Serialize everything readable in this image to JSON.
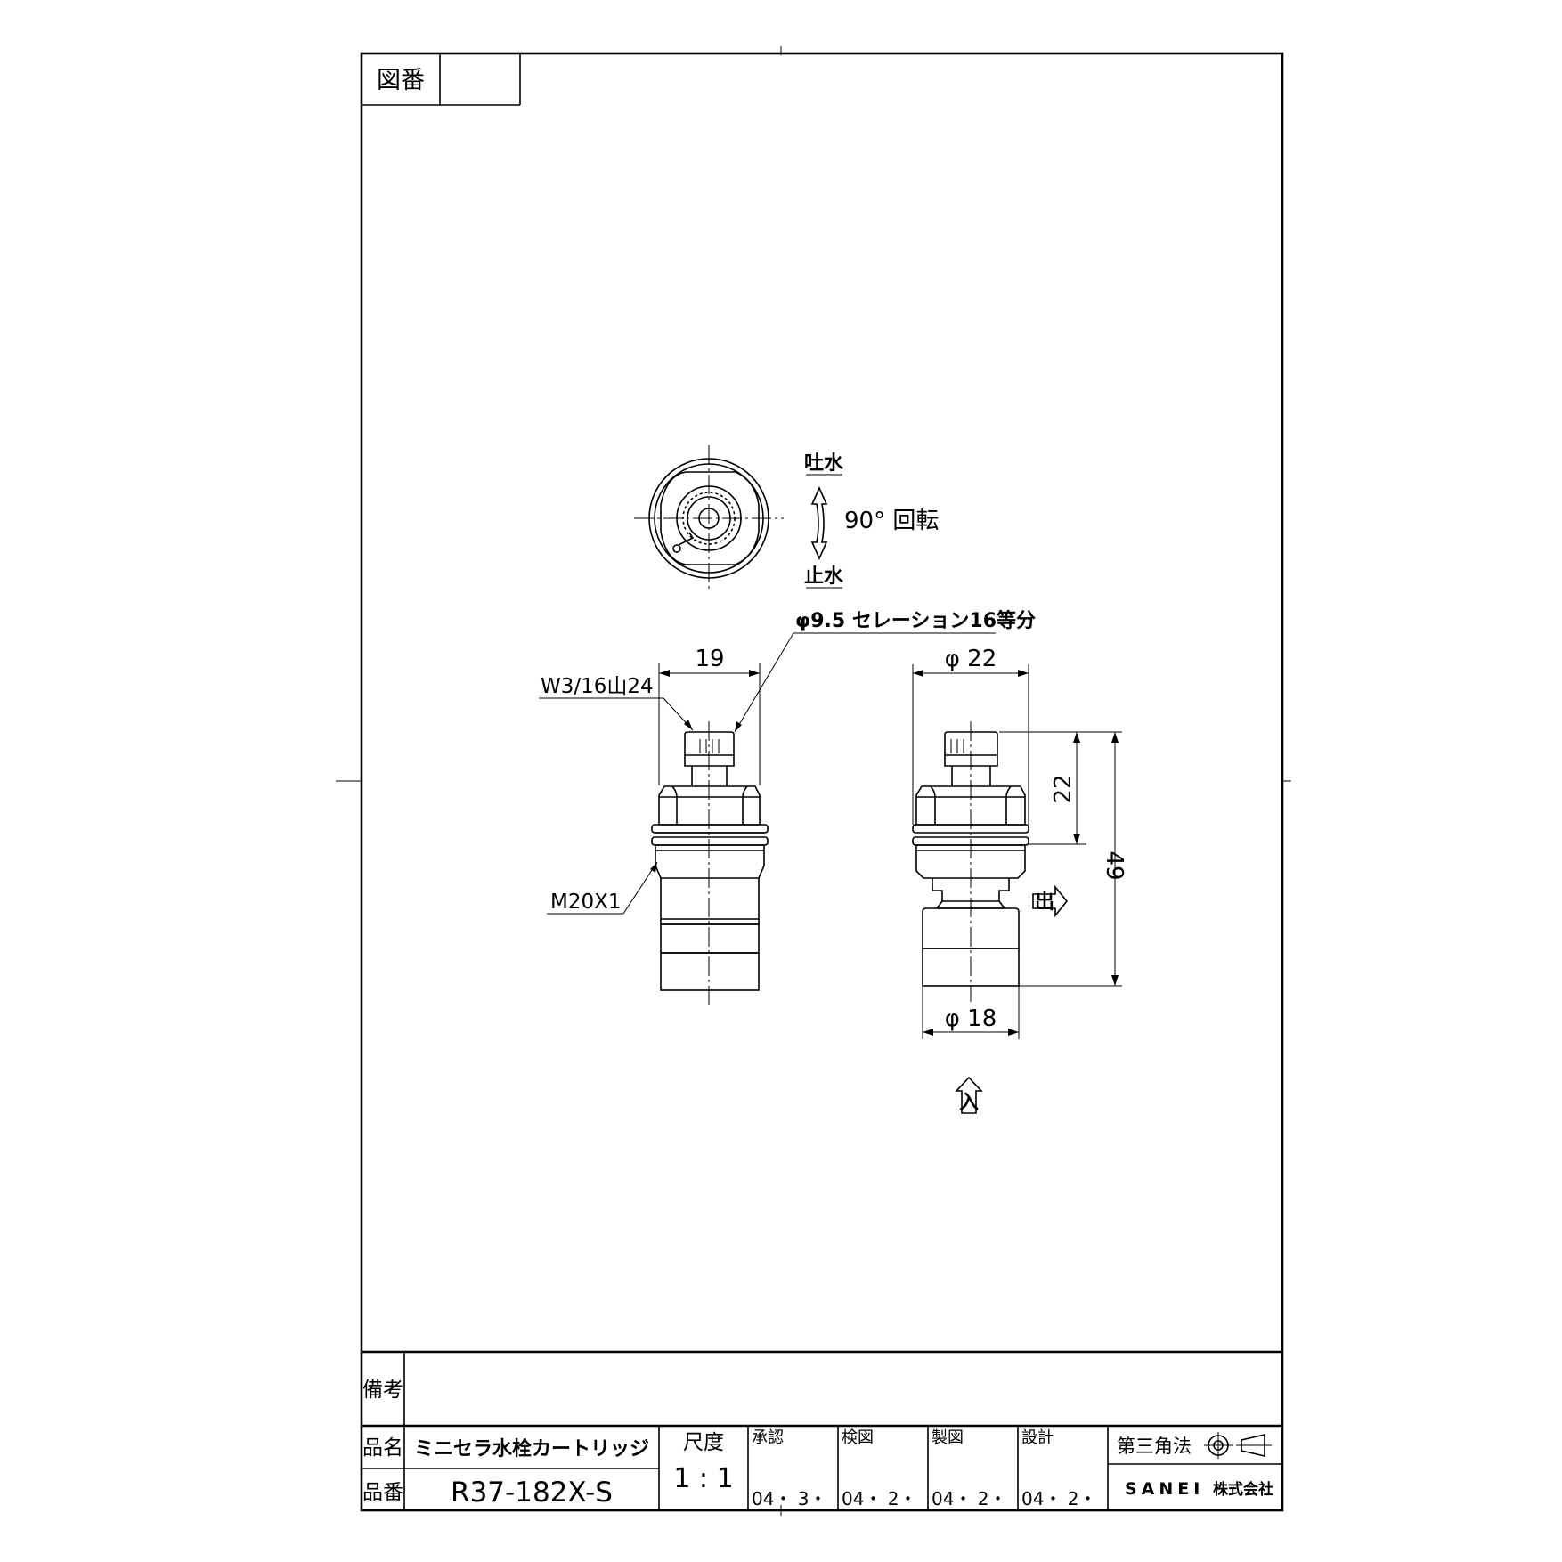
{
  "title_block": {
    "drawing_number_label": "図番",
    "drawing_number_value": "",
    "remarks_label": "備考",
    "product_name_label": "品名",
    "product_name": "ミニセラ水栓カートリッジ",
    "product_number_label": "品番",
    "product_number": "R37-182X-S",
    "scale_label": "尺度",
    "scale_value": "1 : 1",
    "approval_label": "承認",
    "approval_date": "04・ 3・",
    "check_label": "検図",
    "check_date": "04・ 2・",
    "drafting_label": "製図",
    "drafting_date": "04・ 2・",
    "design_label": "設計",
    "design_date": "04・ 2・",
    "projection_label": "第三角法",
    "company": "SANEI",
    "company_suffix": "株式会社"
  },
  "drawing": {
    "top_view": {
      "spout_label": "吐水",
      "rotation_label": "90° 回転",
      "stop_label": "止水"
    },
    "front_view": {
      "width_dim": "19",
      "thread_callout": "W3/16山24",
      "serration_callout": "φ9.5 セレーション16等分",
      "body_thread_callout": "M20X1"
    },
    "side_view": {
      "diameter_top": "φ 22",
      "height_stem": "22",
      "height_total": "49",
      "diameter_bottom": "φ 18",
      "outlet_label": "出",
      "inlet_label": "入"
    }
  }
}
